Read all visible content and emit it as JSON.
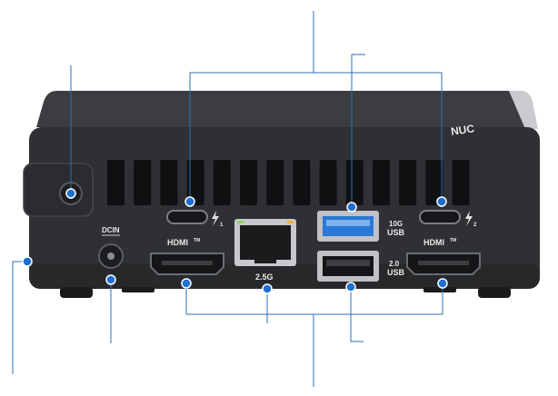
{
  "device": {
    "name": "mini PC rear panel",
    "logo_text": "NUC",
    "colors": {
      "body": "#2d2f31",
      "top": "#3a3c3f",
      "accent": "#1f6fd1",
      "usb3": "#2a78d8",
      "callout": "#2f6fb5"
    }
  },
  "port_labels": {
    "dcin": "DCIN",
    "hdmi_left": "HDMI",
    "hdmi_right": "HDMI",
    "tm": "TM",
    "lan": "2.5G",
    "usb10_speed": "10G",
    "usb10_word": "USB",
    "usb2_speed": "2.0",
    "usb2_word": "USB",
    "tb1_num": "1",
    "tb2_num": "2"
  },
  "callouts": [
    {
      "id": "kensington-lock",
      "target": "security screw"
    },
    {
      "id": "power-button",
      "target": "left side"
    },
    {
      "id": "dc-in",
      "target": "DC in jack"
    },
    {
      "id": "thunderbolt-ports",
      "target": "Thunderbolt 1 and 2"
    },
    {
      "id": "usb-10g",
      "target": "USB 10G"
    },
    {
      "id": "hdmi-lan",
      "target": "HDMI and 2.5G LAN"
    },
    {
      "id": "usb-2",
      "target": "USB 2.0"
    }
  ]
}
